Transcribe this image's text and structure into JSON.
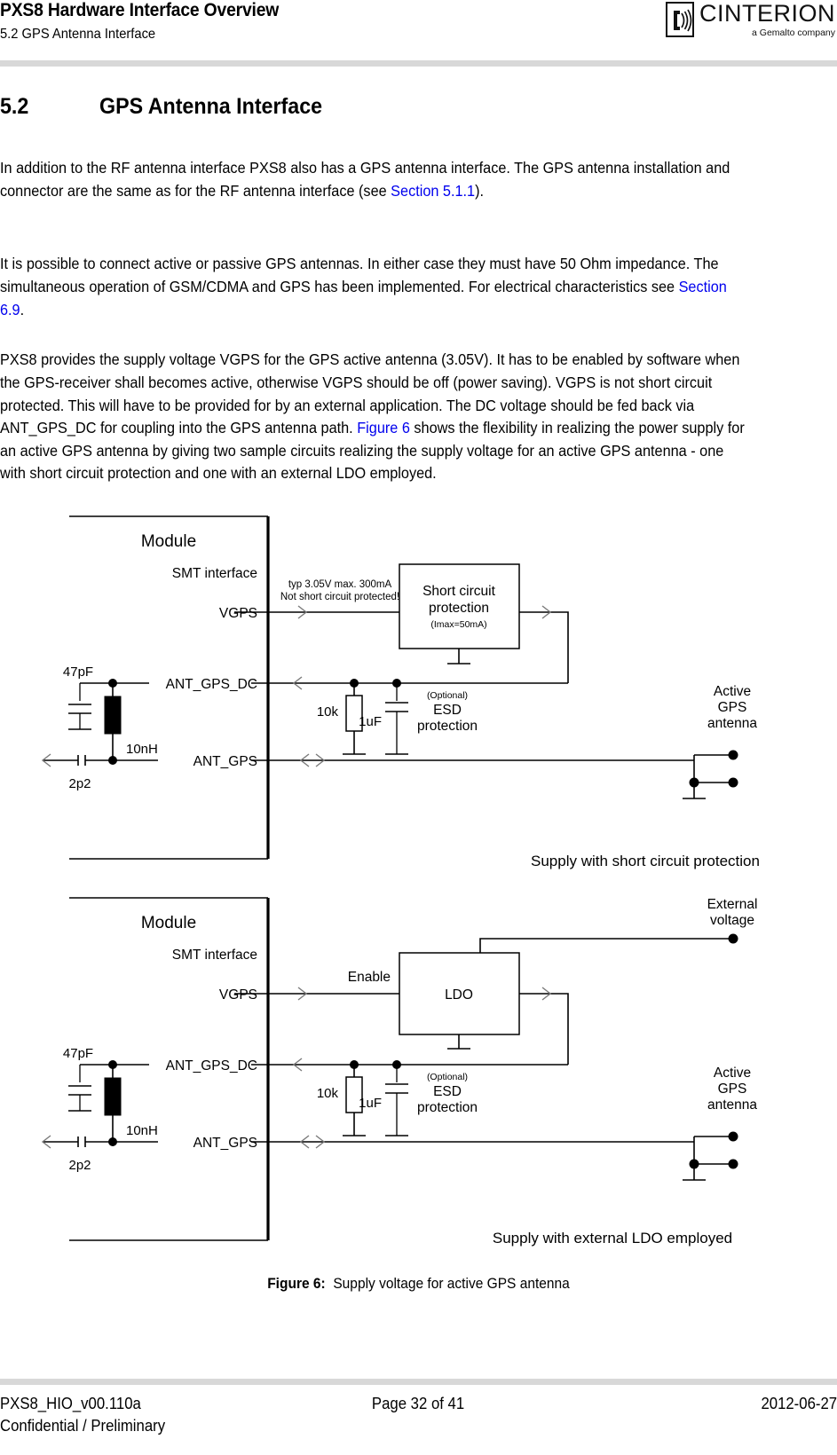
{
  "header": {
    "title": "PXS8 Hardware Interface Overview",
    "subtitle": "5.2 GPS Antenna Interface",
    "logo_word": "CINTERION",
    "logo_tagline": "a Gemalto company",
    "logo_icon": "cinterion-antenna-logo"
  },
  "section": {
    "number": "5.2",
    "title": "GPS Antenna Interface"
  },
  "paragraphs": {
    "p1_a": "In addition to the RF antenna interface PXS8 also has a GPS antenna interface. The GPS antenna installation and connector are the same as for the RF antenna interface (see ",
    "p1_link": "Section 5.1.1",
    "p1_b": ").",
    "p2_a": "It is possible to connect active or passive GPS antennas. In either case they must have 50 Ohm impedance. The simultaneous operation of GSM/CDMA and GPS has been implemented. For electrical characteristics see ",
    "p2_link": "Section 6.9",
    "p2_b": ".",
    "p3_a": "PXS8 provides the supply voltage VGPS for the GPS active antenna (3.05V). It has to be enabled by software when the GPS-receiver shall becomes active, otherwise VGPS should be off (power saving). VGPS is not short circuit protected. This will have to be provided for by an external application. The DC voltage should be fed back via ANT_GPS_DC for coupling into the GPS antenna path. ",
    "p3_link": "Figure 6",
    "p3_b": " shows the flexibility in realizing the power supply for an active GPS antenna by giving two sample circuits realizing the supply voltage for an active GPS antenna - one with short circuit protection and one with an external LDO employed."
  },
  "figure": {
    "caption_label": "Figure 6:",
    "caption_text": "Supply voltage for active GPS antenna",
    "diagram1": {
      "module_label": "Module",
      "smt_label": "SMT interface",
      "pin_vgps": "VGPS",
      "pin_ant_gps_dc": "ANT_GPS_DC",
      "pin_ant_gps": "ANT_GPS",
      "note_line1": "typ 3.05V max. 300mA",
      "note_line2": "Not short circuit protected!",
      "block_line1": "Short circuit",
      "block_line2": "protection",
      "block_line3": "(Imax=50mA)",
      "cap_47pf": "47pF",
      "ind_10nh": "10nH",
      "cap_2p2": "2p2",
      "res_10k": "10k",
      "cap_1uf": "1uF",
      "esd_optional": "(Optional)",
      "esd_line1": "ESD",
      "esd_line2": "protection",
      "antenna_l1": "Active",
      "antenna_l2": "GPS",
      "antenna_l3": "antenna",
      "title": "Supply with short circuit protection"
    },
    "diagram2": {
      "module_label": "Module",
      "smt_label": "SMT interface",
      "pin_vgps": "VGPS",
      "pin_ant_gps_dc": "ANT_GPS_DC",
      "pin_ant_gps": "ANT_GPS",
      "enable_label": "Enable",
      "block_label": "LDO",
      "external_l1": "External",
      "external_l2": "voltage",
      "cap_47pf": "47pF",
      "ind_10nh": "10nH",
      "cap_2p2": "2p2",
      "res_10k": "10k",
      "cap_1uf": "1uF",
      "esd_optional": "(Optional)",
      "esd_line1": "ESD",
      "esd_line2": "protection",
      "antenna_l1": "Active",
      "antenna_l2": "GPS",
      "antenna_l3": "antenna",
      "title": "Supply with external LDO employed"
    }
  },
  "footer": {
    "doc_id": "PXS8_HIO_v00.110a",
    "confidential": "Confidential / Preliminary",
    "page": "Page 32 of 41",
    "date": "2012-06-27"
  },
  "colors": {
    "link": "#0000EE",
    "rule": "#d8d8d8",
    "ink": "#000000"
  }
}
